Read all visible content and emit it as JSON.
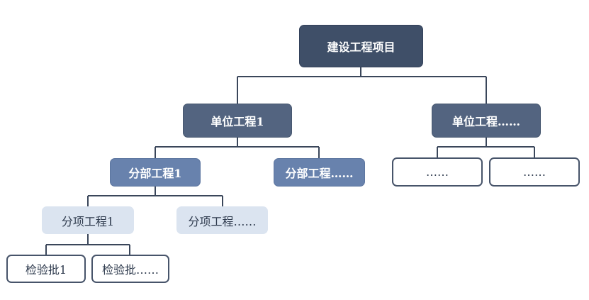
{
  "diagram": {
    "root": {
      "label": "建设工程项目"
    },
    "unit_project_1": {
      "label": "单位工程1"
    },
    "unit_project_more": {
      "label": "单位工程……"
    },
    "division_1": {
      "label": "分部工程1"
    },
    "division_more": {
      "label": "分部工程……"
    },
    "unit_more_child_1": {
      "label": "……"
    },
    "unit_more_child_2": {
      "label": "……"
    },
    "subdivision_1": {
      "label": "分项工程1"
    },
    "subdivision_more": {
      "label": "分项工程……"
    },
    "inspection_lot_1": {
      "label": "检验批1"
    },
    "inspection_lot_more": {
      "label": "检验批……"
    }
  },
  "colors": {
    "level0": "#3f4f68",
    "level1": "#536480",
    "level2": "#6882ad",
    "level3": "#dbe4f0",
    "level4_border": "#47546a",
    "connector": "#3a465a"
  }
}
